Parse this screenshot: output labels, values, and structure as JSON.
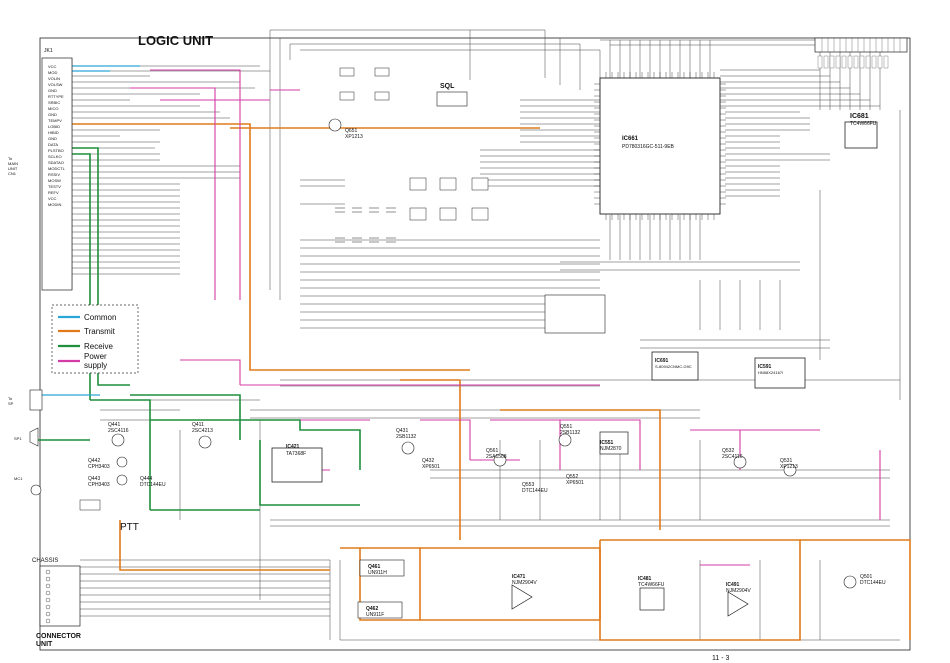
{
  "title": "LOGIC UNIT",
  "page_number": "11 - 3",
  "legend": {
    "items": [
      {
        "label": "Common",
        "color": "#2aa7d8"
      },
      {
        "label": "Transmit",
        "color": "#e07a1a"
      },
      {
        "label": "Receive",
        "color": "#1f8f3c"
      },
      {
        "label": "Power\nsupply",
        "color": "#d33ba6"
      }
    ]
  },
  "labels": {
    "sql": "SQL",
    "ptt": "PTT",
    "chassis": "CHASSIS",
    "connector_unit": "CONNECTOR\nUNIT",
    "jk1": "JK1",
    "to_main": "To\nMAIN\nUNIT\nCN1",
    "to_sp": "To\nSP",
    "sp1": "SP1",
    "mc1": "MC1"
  },
  "components": [
    {
      "ref": "IC661",
      "part": "PD780316GC-511-9EB"
    },
    {
      "ref": "IC681",
      "part": "TC4W66FU"
    },
    {
      "ref": "IC691",
      "part": "S-80942CNMC-G9C"
    },
    {
      "ref": "IC591",
      "part": "HN58X24167I"
    },
    {
      "ref": "IC421",
      "part": "TA7368F"
    },
    {
      "ref": "IC551",
      "part": "NJM2870"
    },
    {
      "ref": "IC471",
      "part": "NJM2904V"
    },
    {
      "ref": "IC481",
      "part": "TC4W66FU"
    },
    {
      "ref": "IC491",
      "part": "NJM2904V"
    },
    {
      "ref": "Q651",
      "part": "XP1213"
    },
    {
      "ref": "Q441",
      "part": "2SC4116"
    },
    {
      "ref": "Q411",
      "part": "2SC4213"
    },
    {
      "ref": "Q442",
      "part": "CPH3403"
    },
    {
      "ref": "Q443",
      "part": "CPH3403"
    },
    {
      "ref": "Q444",
      "part": "DTC144EU"
    },
    {
      "ref": "Q431",
      "part": "2SB1132"
    },
    {
      "ref": "Q432",
      "part": "XP6501"
    },
    {
      "ref": "Q561",
      "part": "2SA1588"
    },
    {
      "ref": "Q551",
      "part": "2SB1132"
    },
    {
      "ref": "Q552",
      "part": "XP6501"
    },
    {
      "ref": "Q553",
      "part": "DTC144EU"
    },
    {
      "ref": "Q532",
      "part": "2SC4116"
    },
    {
      "ref": "Q531",
      "part": "XP1213"
    },
    {
      "ref": "Q461",
      "part": "UN911H"
    },
    {
      "ref": "Q462",
      "part": "UN911F"
    },
    {
      "ref": "Q501",
      "part": "DTC144EU"
    }
  ],
  "signals": [
    "VCC",
    "MOD",
    "VOLIN",
    "VOLSW",
    "GND",
    "RTTYPE",
    "SRBIC",
    "MICO",
    "GND",
    "TEMPV",
    "LOBID",
    "HIBID",
    "GND",
    "DATA",
    "PLSTBO",
    "SCLKO",
    "SDATAO",
    "MODCTL",
    "RSSIV",
    "MOSW",
    "TESTV",
    "REFV",
    "VCC",
    "MODIN"
  ],
  "colors": {
    "common": "#2aa7d8",
    "transmit": "#e07a1a",
    "receive": "#1f8f3c",
    "power": "#d33ba6",
    "line": "#3a3a3a"
  }
}
